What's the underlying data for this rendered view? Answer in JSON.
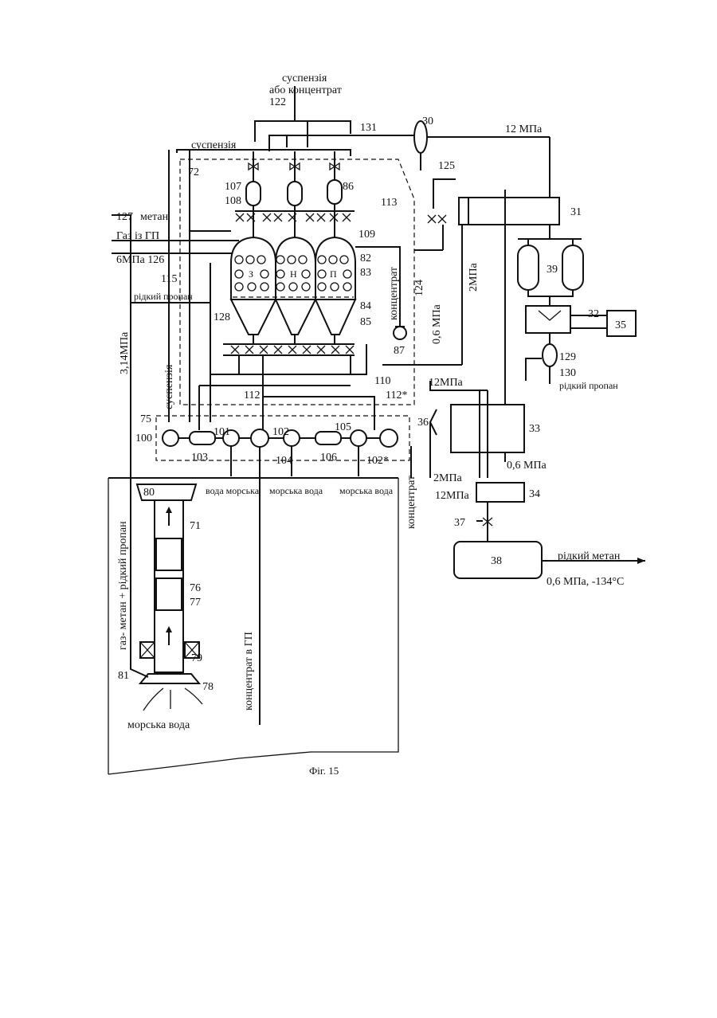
{
  "figure": {
    "caption": "Фіг. 15"
  },
  "labels": {
    "suspension_top": "суспензія",
    "or_concentrate": "або концентрат",
    "n122": "122",
    "n131": "131",
    "n30": "30",
    "p12mpa_top": "12 МПа",
    "suspension_left": "суспензія",
    "n72": "72",
    "n125": "125",
    "n107": "107",
    "n108": "108",
    "n86": "86",
    "n113": "113",
    "n31": "31",
    "n127": "127",
    "methane": "метан",
    "gas_from_gp": "Газ із ГП",
    "p6mpa_126": "6МПа 126",
    "n109": "109",
    "n82": "82",
    "n83": "83",
    "n39": "39",
    "n115": "115",
    "liquid_propane_left": "рідкий пропан",
    "concentrate_v": "концентрат",
    "n124": "124",
    "p2mpa_mid": "2МПа",
    "n84": "84",
    "n85": "85",
    "n128": "128",
    "p3_14mpa": "3,14МПа",
    "p0_6mpa_v": "0,6 МПа",
    "n87": "87",
    "n32": "32",
    "n35": "35",
    "suspension_v": "суспензія",
    "n110": "110",
    "n129": "129",
    "n130": "130",
    "liquid_propane_right": "рідкий пропан",
    "n112": "112",
    "n112s": "112*",
    "p12mpa_mid": "12МПа",
    "n75": "75",
    "n100": "100",
    "n101": "101",
    "n102": "102",
    "n105": "105",
    "n36": "36",
    "n33": "33",
    "n103": "103",
    "n104": "104",
    "n106": "106",
    "n102s": "102*",
    "p2mpa_low": "2МПа",
    "p0_6mpa_low": "0,6 МПа",
    "n80": "80",
    "water_sea_1": "вода морська",
    "sea_water_2": "морська вода",
    "sea_water_3": "морська вода",
    "concentrate_v2": "концентрат",
    "p12mpa_low": "12МПа",
    "n34": "34",
    "n37": "37",
    "n71": "71",
    "n38": "38",
    "liquid_methane": "рідкий метан",
    "liquid_methane_cond": "0,6 МПа, -134°С",
    "gas_methane_propane": "газ- метан + рідкий пропан",
    "n76": "76",
    "n77": "77",
    "concentrate_to_gp": "концентрат в ГП",
    "n79": "79",
    "n81": "81",
    "n78": "78",
    "sea_water_bottom": "морська вода",
    "chamber_z": "З",
    "chamber_n": "Н",
    "chamber_p": "П"
  }
}
